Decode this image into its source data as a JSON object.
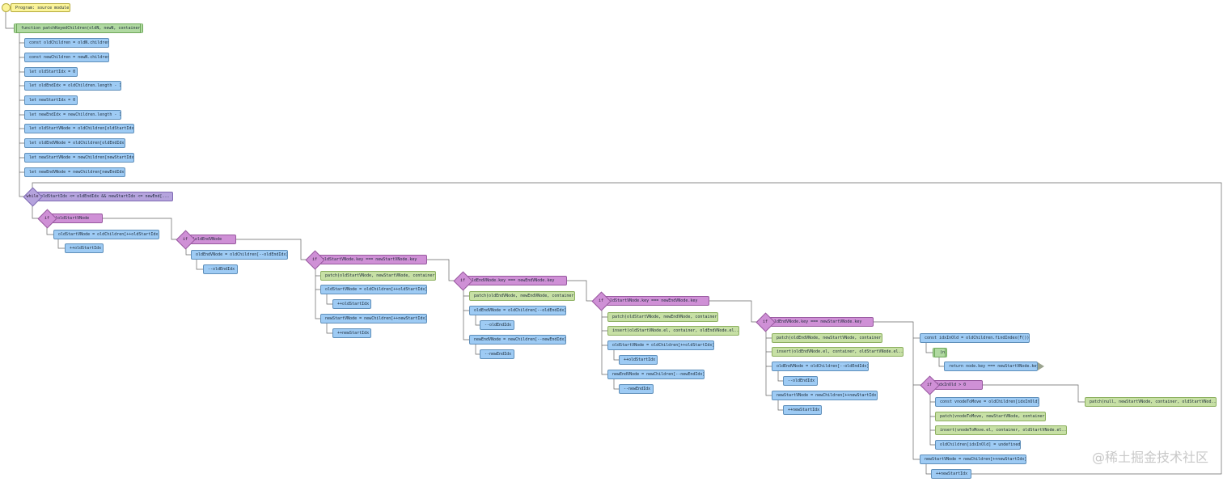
{
  "program": {
    "label": "Program: source module"
  },
  "func": {
    "label": "function patchKeyedChildren(oldN, newN, container)"
  },
  "decls": [
    "const oldChildren = oldN.children",
    "const newChildren = newN.children",
    "let oldStartIdx = 0",
    "let oldEndIdx = oldChildren.length - 1",
    "let newStartIdx = 0",
    "let newEndIdx = newChildren.length - 1",
    "let oldStartVNode = oldChildren[oldStartIdx]",
    "let oldEndVNode = oldChildren[oldEndIdx]",
    "let newStartVNode = newChildren[newStartIdx]",
    "let newEndVNode = newChildren[newEndIdx]"
  ],
  "loop": {
    "keyword": "while",
    "cond": "oldStartIdx <= oldEndIdx && newStartIdx <= newEnd[..."
  },
  "if_kw": "if",
  "b1": {
    "cond": "!oldStartVNode",
    "s1": "oldStartVNode = oldChildren[++oldStartIdx]",
    "s2": "++oldStartIdx"
  },
  "b2": {
    "cond": "!oldEndVNode",
    "s1": "oldEndVNode = oldChildren[--oldEndIdx]",
    "s2": "--oldEndIdx"
  },
  "b3": {
    "cond": "oldStartVNode.key === newStartVNode.key",
    "s1": "patch(oldStartVNode, newStartVNode, container)",
    "s2": "oldStartVNode = oldChildren[++oldStartIdx]",
    "s3": "++oldStartIdx",
    "s4": "newStartVNode = newChildren[++newStartIdx]",
    "s5": "++newStartIdx"
  },
  "b4": {
    "cond": "oldEndVNode.key === newEndVNode.key",
    "s1": "patch(oldEndVNode, newEndVNode, container)",
    "s2": "oldEndVNode = oldChildren[--oldEndIdx]",
    "s3": "--oldEndIdx",
    "s4": "newEndVNode = newChildren[--newEndIdx]",
    "s5": "--newEndIdx"
  },
  "b5": {
    "cond": "oldStartVNode.key === newEndVNode.key",
    "s1": "patch(oldStartVNode, newEndVNode, container)",
    "s2": "insert(oldStartVNode.el, container, oldEndVNode.el...",
    "s3": "oldStartVNode = oldChildren[++oldStartIdx]",
    "s4": "++oldStartIdx",
    "s5": "newEndVNode = newChildren[--newEndIdx]",
    "s6": "--newEndIdx"
  },
  "b6": {
    "cond": "oldEndVNode.key === newStartVNode.key",
    "s1": "patch(oldEndVNode, newStartVNode, container)",
    "s2": "insert(oldEndVNode.el, container, oldStartVNode.el...",
    "s3": "oldEndVNode = oldChildren[--oldEndIdx]",
    "s4": "--oldEndIdx",
    "s5": "newStartVNode = newChildren[++newStartIdx]",
    "s6": "++newStartIdx"
  },
  "b7": {
    "s1": "const idxInOld = oldChildren.findIndex(F())",
    "arrow": "(node) =>",
    "ret": "return node.key === newStartVNode.key",
    "cond": "idxInOld > 0",
    "t1": "const vnodeToMove = oldChildren[idxInOld]",
    "t2": "patch(vnodeToMove, newStartVNode, container)",
    "t3": "insert(vnodeToMove.el, container, oldStartVNode.el...",
    "t4": "oldChildren[idxInOld] = undefined",
    "e1": "patch(null, newStartVNode, container, oldStartVNod...",
    "s2": "newStartVNode = newChildren[++newStartIdx]",
    "s3": "++newStartIdx"
  },
  "watermark": "@稀土掘金技术社区"
}
